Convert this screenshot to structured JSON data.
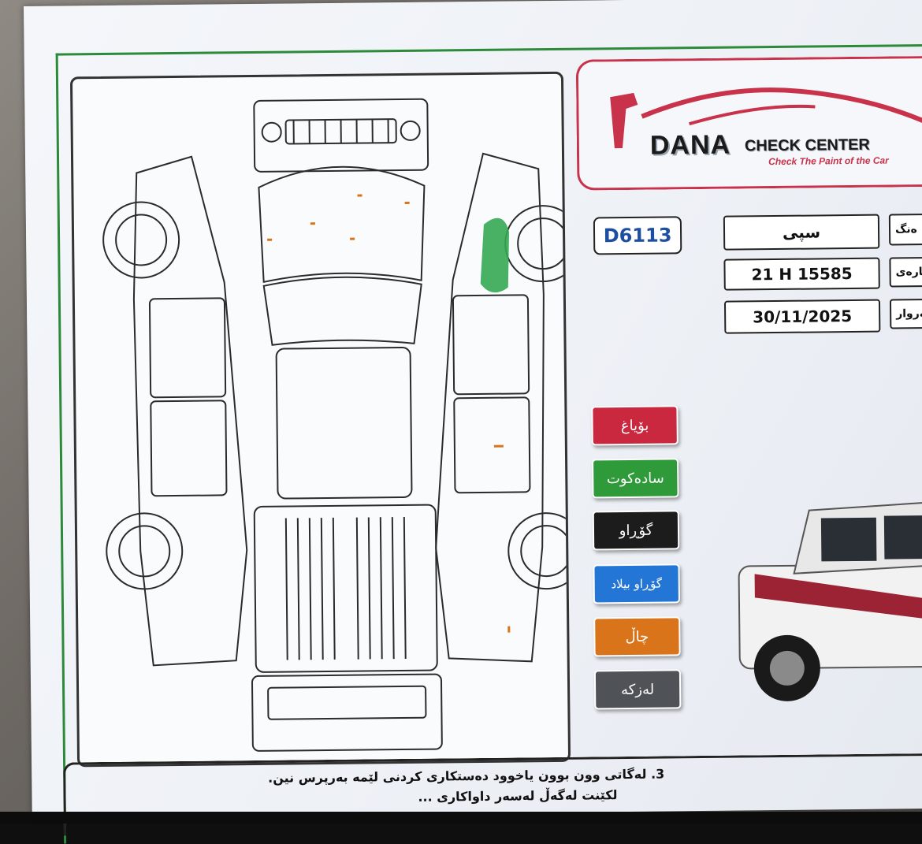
{
  "brand": {
    "name": "DANA",
    "name_suffix": "CHECK CENTER",
    "tagline": "Check The Paint of the Car"
  },
  "report": {
    "code": "D6113",
    "color_value": "سپی",
    "color_label_stub": "ەنگ",
    "plate_value": "21 ‌H ‌15585",
    "plate_label_stub": "ژمارەی",
    "date_value": "30/11/2025",
    "date_label_stub": "بەروار"
  },
  "legend": [
    {
      "label": "بۆیاغ",
      "color": "#c9283e"
    },
    {
      "label": "سادەکوت",
      "color": "#2f9a3a"
    },
    {
      "label": "گۆڕاو",
      "color": "#1c1c1c"
    },
    {
      "label": "گۆڕاو بیلاد",
      "color": "#2476d6"
    },
    {
      "label": "چاڵ",
      "color": "#d9741b"
    },
    {
      "label": "لەزکە",
      "color": "#4f5358"
    }
  ],
  "notes": {
    "line1": "3. لەگاتی وون بوون یاخوود دەستکاری کردنی لێمە بەرپرس نین.",
    "line2": "لکێنت لەگەڵ لەسەر داواکاری ..."
  }
}
